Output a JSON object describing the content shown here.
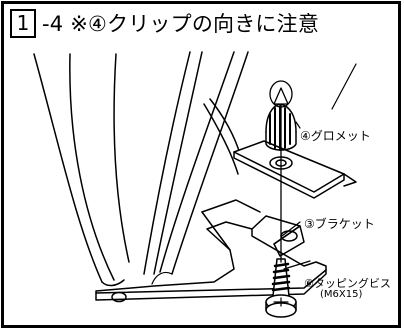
{
  "title": {
    "step_number": "1",
    "text": "-4 ※④クリップの向きに注意"
  },
  "labels": {
    "grommet": "④グロメット",
    "bracket": "③ブラケット",
    "screw": "⑥タッピングビス",
    "screw_size": "(M6X15)"
  }
}
